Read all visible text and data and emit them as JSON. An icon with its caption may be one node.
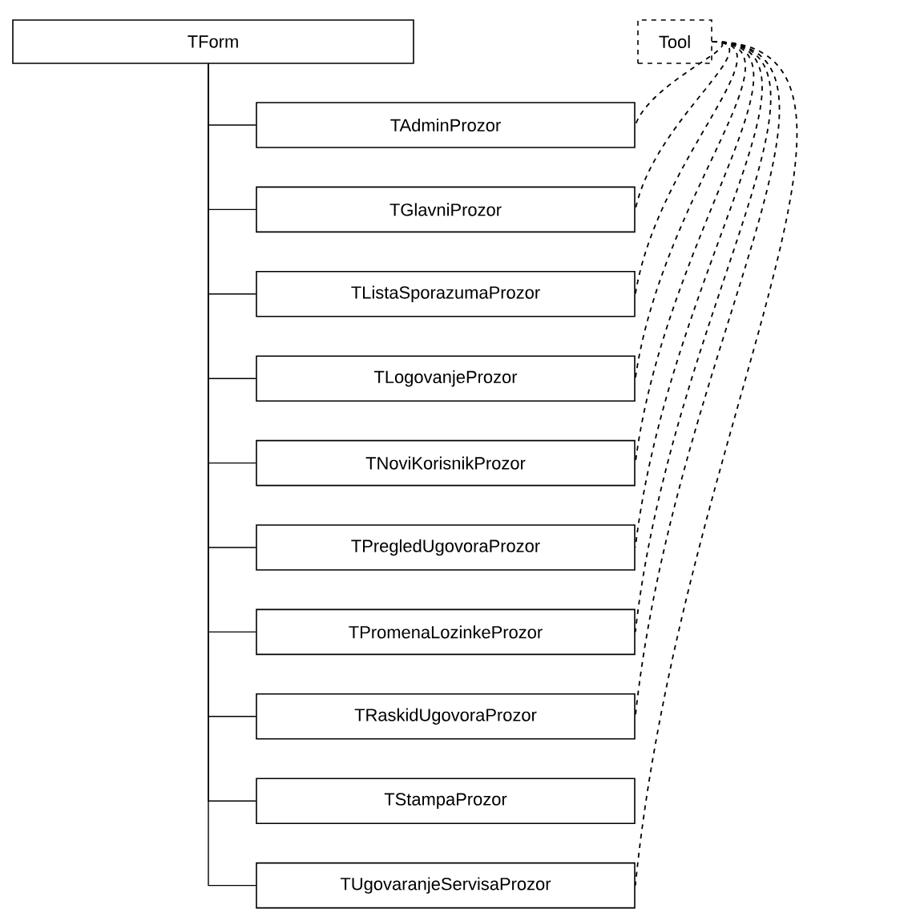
{
  "diagram": {
    "nodes": [
      {
        "text": [
          "TForm"
        ]
      },
      {
        "text": [
          "Tool"
        ]
      },
      {
        "text": [
          "TAdminProzor"
        ]
      },
      {
        "text": [
          "TGlavniProzor"
        ]
      },
      {
        "text": [
          "TListaSporazumaProzor"
        ]
      },
      {
        "text": [
          "TLogovanjeProzor"
        ]
      },
      {
        "text": [
          "TNoviKorisnikProzor"
        ]
      },
      {
        "text": [
          "TPregledUgovoraProzor"
        ]
      },
      {
        "text": [
          "TPromenaLozinkeProzor"
        ]
      },
      {
        "text": [
          "TRaskidUgovoraProzor"
        ]
      },
      {
        "text": [
          "TStampaProzor"
        ]
      },
      {
        "text": [
          "TUgovaranjeServisaProzor"
        ]
      }
    ],
    "edges": [
      {
        "from": 0,
        "to": 2,
        "arrow": "none"
      },
      {
        "from": 0,
        "to": 3,
        "arrow": "none"
      },
      {
        "from": 0,
        "to": 4,
        "arrow": "none"
      },
      {
        "from": 0,
        "to": 5,
        "arrow": "none"
      },
      {
        "from": 0,
        "to": 6,
        "arrow": "none"
      },
      {
        "from": 0,
        "to": 7,
        "arrow": "none"
      },
      {
        "from": 0,
        "to": 8,
        "arrow": "none"
      },
      {
        "from": 0,
        "to": 9,
        "arrow": "none"
      },
      {
        "from": 0,
        "to": 10,
        "arrow": "none"
      },
      {
        "from": 0,
        "to": 11,
        "arrow": "none"
      },
      {
        "from": 1,
        "to": 2,
        "arrow": "none",
        "style": "dashed"
      },
      {
        "from": 1,
        "to": 3,
        "arrow": "none",
        "style": "dashed"
      },
      {
        "from": 1,
        "to": 4,
        "arrow": "none",
        "style": "dashed"
      },
      {
        "from": 1,
        "to": 5,
        "arrow": "none",
        "style": "dashed"
      },
      {
        "from": 1,
        "to": 6,
        "arrow": "none",
        "style": "dashed"
      },
      {
        "from": 1,
        "to": 7,
        "arrow": "none",
        "style": "dashed"
      },
      {
        "from": 1,
        "to": 8,
        "arrow": "none",
        "style": "dashed"
      },
      {
        "from": 1,
        "to": 9,
        "arrow": "none",
        "style": "dashed"
      },
      {
        "from": 1,
        "to": 11,
        "arrow": "none",
        "style": "dashed"
      }
    ]
  }
}
